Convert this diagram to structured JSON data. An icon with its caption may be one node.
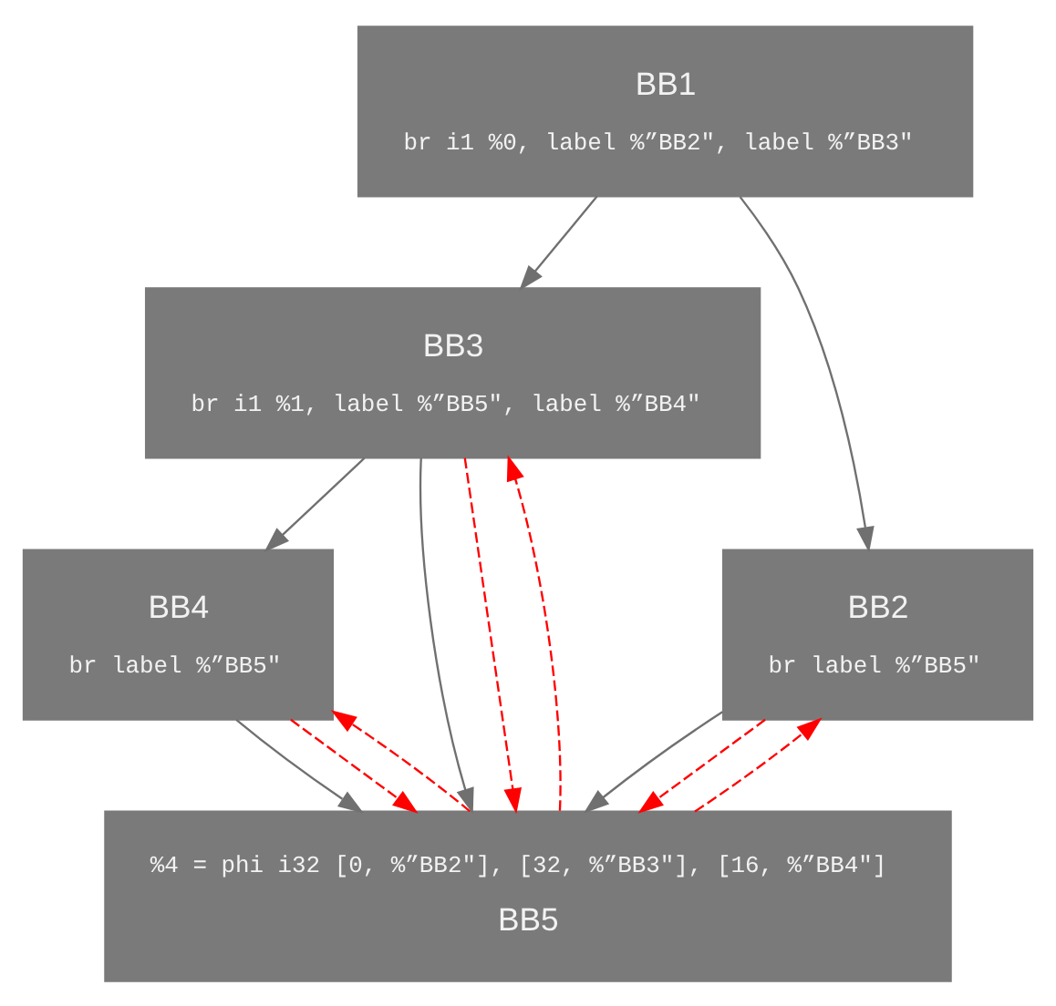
{
  "diagram": {
    "nodes": [
      {
        "text": [
          "BB1",
          "br i1 %0, label %”BB2\", label %”BB3\""
        ]
      },
      {
        "text": [
          "BB3",
          "br i1 %1, label %”BB5\", label %”BB4\""
        ]
      },
      {
        "text": [
          "BB2",
          "br label %”BB5\""
        ]
      },
      {
        "text": [
          "BB4",
          "br label %”BB5\""
        ]
      },
      {
        "text": [
          "%4 = phi i32 [0, %”BB2\"], [32, %”BB3\"], [16, %”BB4\"]",
          "BB5"
        ]
      }
    ],
    "edges": [
      {
        "from": 0,
        "to": 2,
        "arrow": "to"
      },
      {
        "from": 0,
        "to": 1,
        "arrow": "to"
      },
      {
        "from": 1,
        "to": 4,
        "arrow": "to"
      },
      {
        "from": 1,
        "to": 3,
        "arrow": "to"
      },
      {
        "from": 2,
        "to": 4,
        "arrow": "to"
      },
      {
        "from": 3,
        "to": 4,
        "arrow": "to"
      },
      {
        "from": 2,
        "to": 4,
        "arrow": "to",
        "style": "dashed",
        "color": "#ff0000"
      },
      {
        "from": 4,
        "to": 2,
        "arrow": "to",
        "style": "dashed",
        "color": "#ff0000"
      },
      {
        "from": 1,
        "to": 4,
        "arrow": "to",
        "style": "dashed",
        "color": "#ff0000"
      },
      {
        "from": 4,
        "to": 1,
        "arrow": "to",
        "style": "dashed",
        "color": "#ff0000"
      },
      {
        "from": 3,
        "to": 4,
        "arrow": "to",
        "style": "dashed",
        "color": "#ff0000"
      },
      {
        "from": 4,
        "to": 3,
        "arrow": "to",
        "style": "dashed",
        "color": "#ff0000"
      }
    ]
  }
}
